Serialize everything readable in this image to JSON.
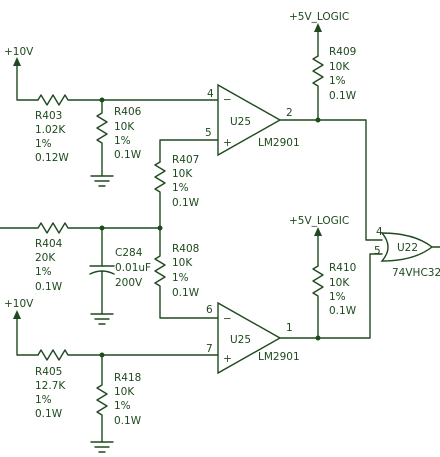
{
  "colors": {
    "ink": "#1e4a1e",
    "background": "#ffffff"
  },
  "power": {
    "p10v_top": "+10V",
    "p10v_bottom": "+10V",
    "p5v_top": "+5V_LOGIC",
    "p5v_mid": "+5V_LOGIC"
  },
  "parts": {
    "R403": {
      "ref": "R403",
      "value": "1.02K",
      "tol": "1%",
      "power": "0.12W"
    },
    "R406": {
      "ref": "R406",
      "value": "10K",
      "tol": "1%",
      "power": "0.1W"
    },
    "R407": {
      "ref": "R407",
      "value": "10K",
      "tol": "1%",
      "power": "0.1W"
    },
    "R408": {
      "ref": "R408",
      "value": "10K",
      "tol": "1%",
      "power": "0.1W"
    },
    "R404": {
      "ref": "R404",
      "value": "20K",
      "tol": "1%",
      "power": "0.1W"
    },
    "C284": {
      "ref": "C284",
      "value": "0.01uF",
      "voltage": "200V"
    },
    "R405": {
      "ref": "R405",
      "value": "12.7K",
      "tol": "1%",
      "power": "0.1W"
    },
    "R418": {
      "ref": "R418",
      "value": "10K",
      "tol": "1%",
      "power": "0.1W"
    },
    "R409": {
      "ref": "R409",
      "value": "10K",
      "tol": "1%",
      "power": "0.1W"
    },
    "R410": {
      "ref": "R410",
      "value": "10K",
      "tol": "1%",
      "power": "0.1W"
    }
  },
  "comparators": {
    "top": {
      "ref": "U25",
      "type": "LM2901",
      "pin_inv": "4",
      "pin_noninv": "5",
      "pin_out": "2",
      "minus": "−",
      "plus": "+"
    },
    "bottom": {
      "ref": "U25",
      "type": "LM2901",
      "pin_inv": "6",
      "pin_noninv": "7",
      "pin_out": "1",
      "minus": "−",
      "plus": "+"
    }
  },
  "or_gate": {
    "ref": "U22",
    "type": "74VHC32",
    "pin_a": "4",
    "pin_b": "5"
  }
}
